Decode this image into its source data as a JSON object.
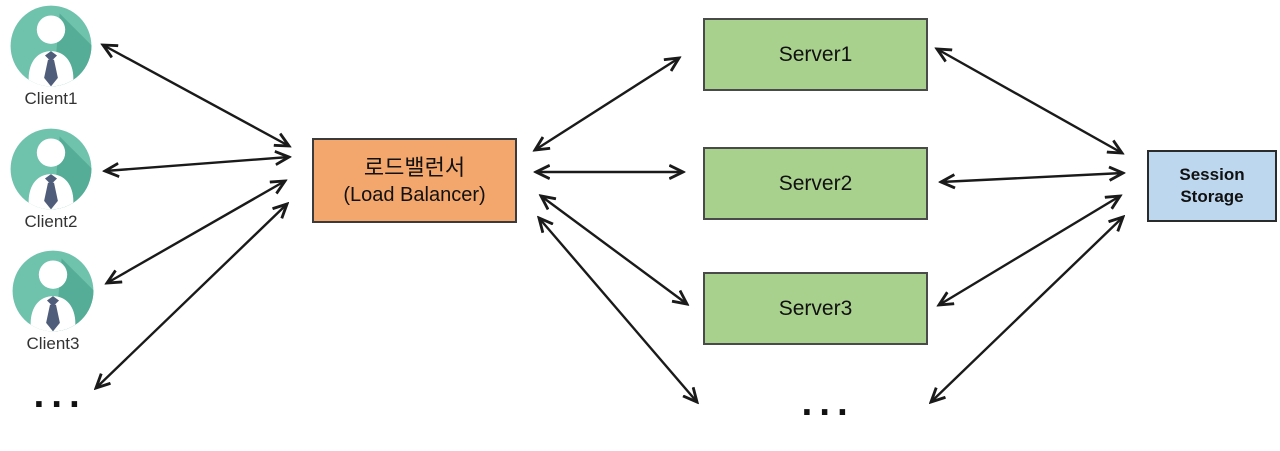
{
  "clients": {
    "items": [
      {
        "label": "Client1"
      },
      {
        "label": "Client2"
      },
      {
        "label": "Client3"
      }
    ],
    "more_indicator": "..."
  },
  "load_balancer": {
    "label_ko": "로드밸런서",
    "label_en": "(Load Balancer)"
  },
  "servers": {
    "items": [
      {
        "label": "Server1"
      },
      {
        "label": "Server2"
      },
      {
        "label": "Server3"
      }
    ],
    "more_indicator": "..."
  },
  "session_storage": {
    "line1": "Session",
    "line2": "Storage"
  },
  "colors": {
    "client_icon": "#6FC2AC",
    "client_icon_shadow": "#55AD97",
    "tie": "#4F5D7A",
    "lb_fill": "#F4A76C",
    "server_fill": "#A9D18E",
    "storage_fill": "#BDD7EE",
    "arrow": "#1a1a1a"
  }
}
